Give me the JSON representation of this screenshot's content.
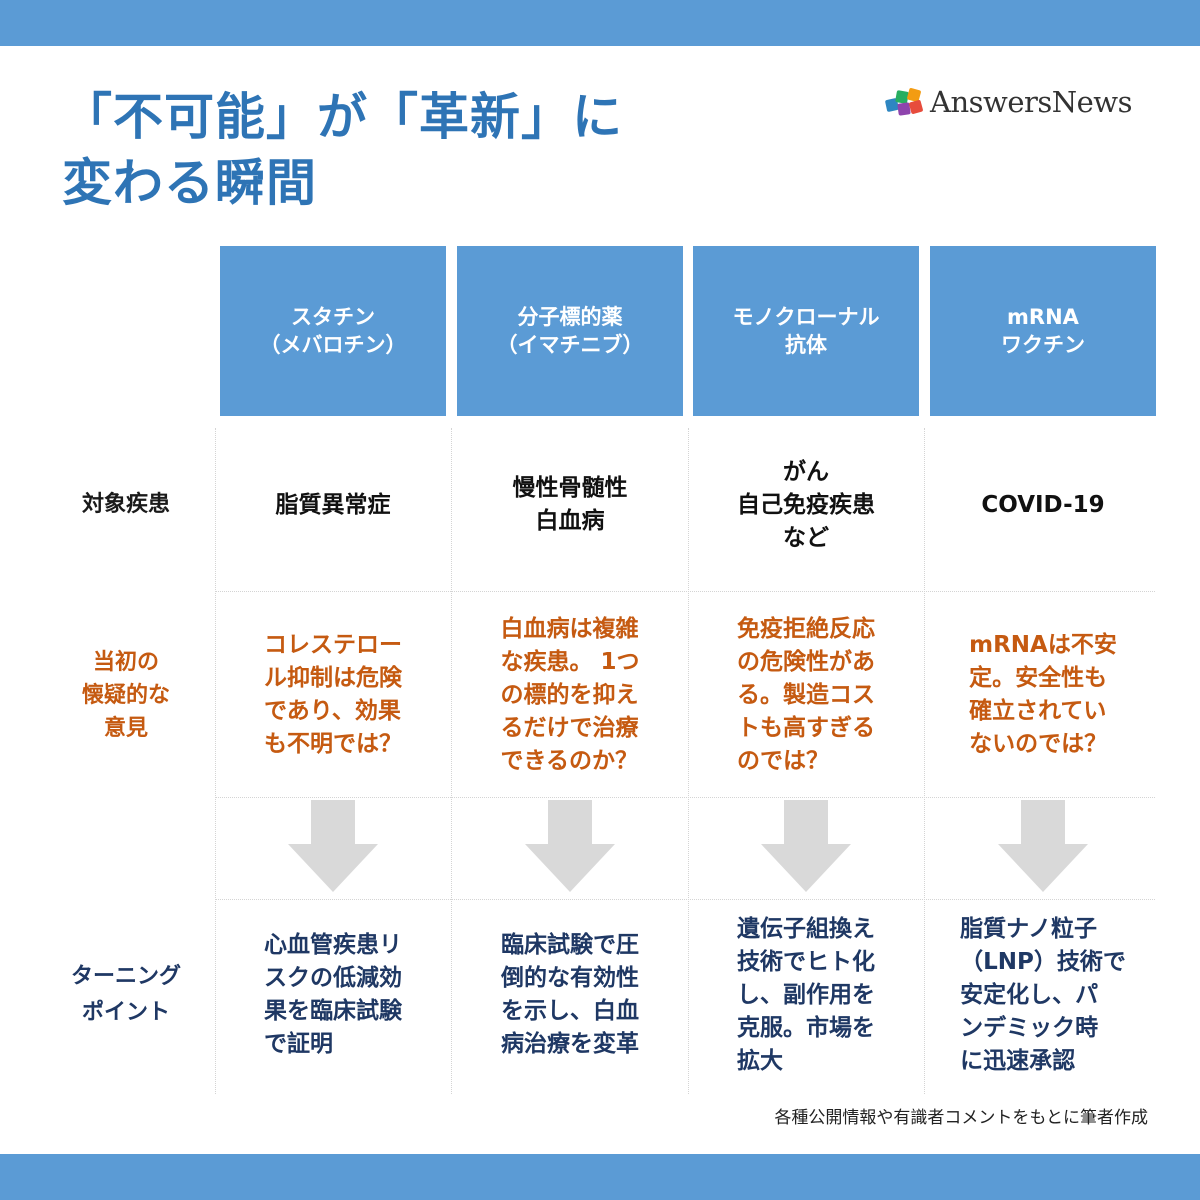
{
  "title": {
    "line1": "「不可能」が「革新」に",
    "line2": "変わる瞬間"
  },
  "logo": {
    "text": "AnswersNews",
    "colors": [
      "#e74c3c",
      "#f39c12",
      "#27ae60",
      "#2e86c1",
      "#8e44ad"
    ]
  },
  "headers": [
    {
      "line1": "スタチン",
      "line2": "（メバロチン）"
    },
    {
      "line1": "分子標的薬",
      "line2": "（イマチニブ）"
    },
    {
      "line1": "モノクローナル",
      "line2": "抗体"
    },
    {
      "line1": "mRNA",
      "line2": "ワクチン"
    }
  ],
  "rows": {
    "disease_label": "対象疾患",
    "doubt_label": [
      "当初の",
      "懐疑的な",
      "意見"
    ],
    "turning_label": [
      "ターニング",
      "ポイント"
    ]
  },
  "diseases": [
    [
      "脂質異常症"
    ],
    [
      "慢性骨髄性",
      "白血病"
    ],
    [
      "がん",
      "自己免疫疾患",
      "など"
    ],
    [
      "COVID-19"
    ]
  ],
  "doubts": [
    [
      "コレステロー",
      "ル抑制は危険",
      "であり、効果",
      "も不明では？"
    ],
    [
      "白血病は複雑",
      "な疾患。 1つ",
      "の標的を抑え",
      "るだけで治療",
      "できるのか？"
    ],
    [
      "免疫拒絶反応",
      "の危険性があ",
      "る。製造コス",
      "トも高すぎる",
      "のでは？"
    ],
    [
      "mRNAは不安",
      "定。安全性も",
      "確立されてい",
      "ないのでは？"
    ]
  ],
  "turning_points": [
    [
      "心血管疾患リ",
      "スクの低減効",
      "果を臨床試験",
      "で証明"
    ],
    [
      "臨床試験で圧",
      "倒的な有効性",
      "を示し、白血",
      "病治療を変革"
    ],
    [
      "遺伝子組換え",
      "技術でヒト化",
      "し、副作用を",
      "克服。市場を",
      "拡大"
    ],
    [
      "脂質ナノ粒子",
      "（LNP）技術で",
      "安定化し、パ",
      "ンデミック時",
      "に迅速承認"
    ]
  ],
  "source_note": "各種公開情報や有識者コメントをもとに筆者作成",
  "colors": {
    "band": "#5b9bd5",
    "title": "#2e74b5",
    "doubt": "#c55a11",
    "turning": "#1f3864",
    "arrow": "#d9d9d9"
  }
}
